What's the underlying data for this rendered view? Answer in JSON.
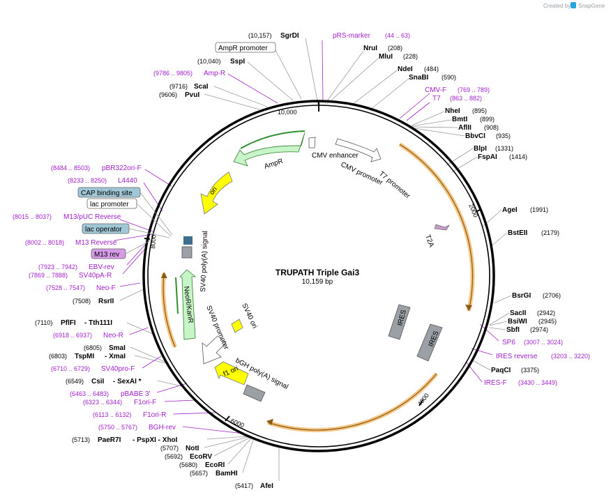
{
  "plasmid": {
    "name": "TRUPATH Triple Gai3",
    "length": "10,159 bp"
  },
  "credit": {
    "prefix": "Created by",
    "brand": "SnapGene"
  },
  "ticks": [
    "2000",
    "4000",
    "6000",
    "8000",
    "10,000"
  ],
  "features": {
    "ampr": "AmpR",
    "ori": "ori",
    "cmv_enhancer": "CMV enhancer",
    "cmv_promoter": "CMV promoter",
    "t7_promoter": "T7 promoter",
    "t2a": "T2A",
    "ires1": "IRES",
    "ires2": "IRES",
    "sv40_polya": "SV40 poly(A) signal",
    "neor": "NeoR/KanR",
    "sv40_promoter": "SV40 promoter",
    "sv40_ori": "SV40 ori",
    "f1_ori": "f1 ori",
    "bgh_polya": "bGH poly(A) signal"
  },
  "boxes": [
    {
      "id": "ampr-promoter",
      "label": "AmpR promoter",
      "fill": "#ffffff"
    },
    {
      "id": "cap-binding-site",
      "label": "CAP binding site",
      "fill": "#9fc7d6"
    },
    {
      "id": "lac-promoter",
      "label": "lac promoter",
      "fill": "#ffffff"
    },
    {
      "id": "lac-operator",
      "label": "lac operator",
      "fill": "#9fc7d6"
    },
    {
      "id": "m13-rev",
      "label": "M13 rev",
      "fill": "#d59be8"
    }
  ],
  "sites": [
    {
      "pos": "(10,157)",
      "name": "SgrDI"
    },
    {
      "pos": "(10,040)",
      "name": "SspI"
    },
    {
      "pos": "(9716)",
      "name": "ScaI"
    },
    {
      "pos": "(9606)",
      "name": "PvuI"
    },
    {
      "name": "NruI",
      "pos": "(208)"
    },
    {
      "name": "MluI",
      "pos": "(228)"
    },
    {
      "name": "NdeI",
      "pos": "(484)"
    },
    {
      "name": "SnaBI",
      "pos": "(590)"
    },
    {
      "name": "NheI",
      "pos": "(895)"
    },
    {
      "name": "BmtI",
      "pos": "(899)"
    },
    {
      "name": "AflII",
      "pos": "(908)"
    },
    {
      "name": "BbvCI",
      "pos": "(935)"
    },
    {
      "name": "BlpI",
      "pos": "(1331)"
    },
    {
      "name": "FspAI",
      "pos": "(1414)"
    },
    {
      "name": "AgeI",
      "pos": "(1991)"
    },
    {
      "name": "BstEII",
      "pos": "(2179)"
    },
    {
      "name": "BsrGI",
      "pos": "(2706)"
    },
    {
      "name": "SacII",
      "pos": "(2942)"
    },
    {
      "name": "BsiWI",
      "pos": "(2945)"
    },
    {
      "name": "SbfI",
      "pos": "(2974)"
    },
    {
      "name": "PaqCI",
      "pos": "(3375)"
    },
    {
      "pos": "(7508)",
      "name": "RsrII"
    },
    {
      "pos": "(7110)",
      "name": "PflFI",
      "name2": "- Tth111I"
    },
    {
      "pos": "(6805)",
      "name": "SmaI"
    },
    {
      "pos": "(6803)",
      "name": "TspMI",
      "name2": "- XmaI"
    },
    {
      "pos": "(6549)",
      "name": "CsiI",
      "name2": "- SexAI *"
    },
    {
      "pos": "(5713)",
      "name": "PaeR7I",
      "name2": "- PspXI - XhoI"
    },
    {
      "pos": "(5707)",
      "name": "NotI"
    },
    {
      "pos": "(5692)",
      "name": "EcoRV"
    },
    {
      "pos": "(5680)",
      "name": "EcoRI"
    },
    {
      "pos": "(5657)",
      "name": "BamHI"
    },
    {
      "pos": "(5417)",
      "name": "AfeI"
    }
  ],
  "primers": [
    {
      "name": "pRS-marker",
      "range": "(44 .. 63)"
    },
    {
      "name": "Amp-R",
      "range": "(9786 .. 9805)"
    },
    {
      "name": "CMV-F",
      "range": "(769 .. 789)"
    },
    {
      "name": "T7",
      "range": "(863 .. 882)"
    },
    {
      "name": "pBR322ori-F",
      "range": "(8484 .. 8503)"
    },
    {
      "name": "L4440",
      "range": "(8233 .. 8250)"
    },
    {
      "name": "M13/pUC Reverse",
      "range": "(8015 .. 8037)"
    },
    {
      "name": "M13 Reverse",
      "range": "(8002 .. 8018)"
    },
    {
      "name": "EBV-rev",
      "range": "(7923 .. 7942)"
    },
    {
      "name": "SV40pA-R",
      "range": "(7869 .. 7888)"
    },
    {
      "name": "Neo-F",
      "range": "(7528 .. 7547)"
    },
    {
      "name": "Neo-R",
      "range": "(6918 .. 6937)"
    },
    {
      "name": "SV40pro-F",
      "range": "(6710 .. 6729)"
    },
    {
      "name": "pBABE 3'",
      "range": "(6463 .. 6483)"
    },
    {
      "name": "F1ori-F",
      "range": "(6323 .. 6344)"
    },
    {
      "name": "F1ori-R",
      "range": "(6113 .. 6132)"
    },
    {
      "name": "BGH-rev",
      "range": "(5750 .. 5767)"
    },
    {
      "name": "SP6",
      "range": "(3007 .. 3024)"
    },
    {
      "name": "IRES reverse",
      "range": "(3203 .. 3220)"
    },
    {
      "name": "IRES-F",
      "range": "(3430 .. 3449)"
    }
  ]
}
